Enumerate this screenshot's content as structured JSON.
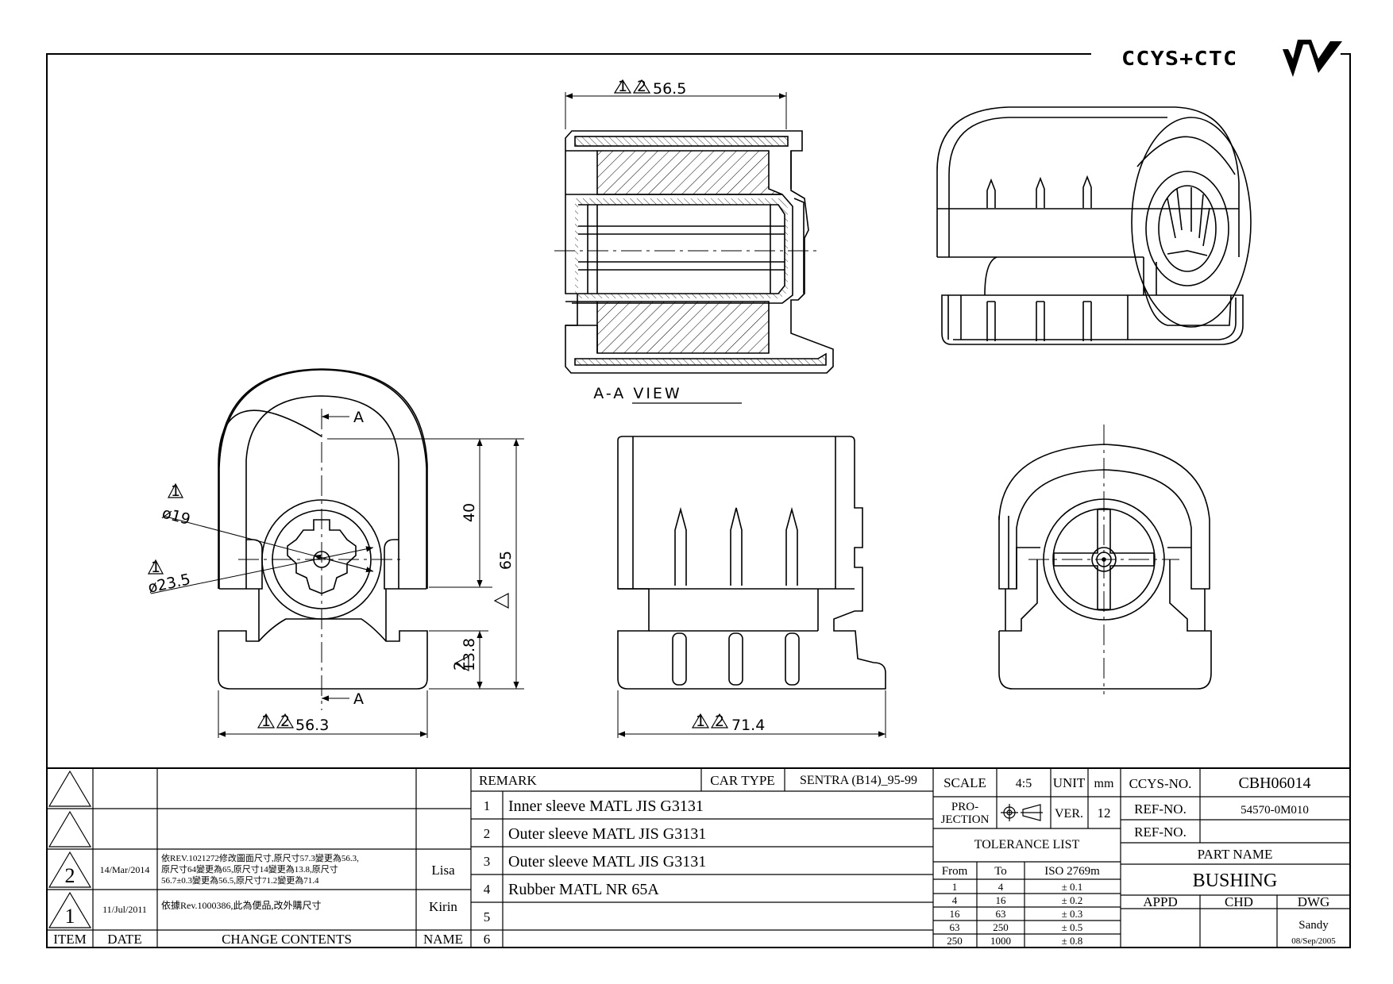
{
  "logo": {
    "text": "CCYS+CTC"
  },
  "section_view": {
    "label": "A-A VIEW",
    "dim_length": "56.5",
    "dim_length_marks": [
      "1",
      "2"
    ]
  },
  "front_view": {
    "section_mark_top": "A",
    "section_mark_bottom": "A",
    "dia_inner": "ø19",
    "dia_inner_mark": "1",
    "dia_outer": "ø23.5",
    "dia_outer_mark": "1",
    "dim_40": "40",
    "dim_65": "65",
    "dim_13_8": "13.8",
    "dim_13_8_mark": "2",
    "dim_width": "56.3",
    "dim_width_marks": [
      "1",
      "2"
    ]
  },
  "side_view": {
    "dim_length": "71.4",
    "dim_length_marks": [
      "1",
      "2"
    ]
  },
  "title_block": {
    "revisions": [
      {
        "mark": "",
        "date": "",
        "contents": [],
        "name": ""
      },
      {
        "mark": "",
        "date": "",
        "contents": [],
        "name": ""
      },
      {
        "mark": "2",
        "date": "14/Mar/2014",
        "contents": [
          "依REV.1021272修改圖面尺寸,原尺寸57.3變更為56.3,",
          "原尺寸64變更為65,原尺寸14變更為13.8,原尺寸",
          "56.7±0.3變更為56.5,原尺寸71.2變更為71.4"
        ],
        "name": "Lisa"
      },
      {
        "mark": "1",
        "date": "11/Jul/2011",
        "contents": [
          "依據Rev.1000386,此為便品,改外購尺寸"
        ],
        "name": "Kirin"
      }
    ],
    "headers": {
      "item": "ITEM",
      "date": "DATE",
      "change": "CHANGE CONTENTS",
      "name": "NAME"
    },
    "remark_label": "REMARK",
    "car_type_label": "CAR TYPE",
    "car_type": "SENTRA (B14)_95-99",
    "remarks": [
      {
        "no": "1",
        "text": "Inner sleeve MATL JIS G3131"
      },
      {
        "no": "2",
        "text": "Outer sleeve MATL JIS G3131"
      },
      {
        "no": "3",
        "text": "Outer sleeve MATL JIS G3131"
      },
      {
        "no": "4",
        "text": "Rubber MATL NR 65A"
      },
      {
        "no": "5",
        "text": ""
      },
      {
        "no": "6",
        "text": ""
      }
    ],
    "scale_label": "SCALE",
    "scale": "4:5",
    "unit_label": "UNIT",
    "unit": "mm",
    "projection_label_1": "PRO-",
    "projection_label_2": "JECTION",
    "ver_label": "VER.",
    "ver": "12",
    "tolerance_title": "TOLERANCE LIST",
    "tolerance_headers": [
      "From",
      "To",
      "ISO 2769m"
    ],
    "tolerances": [
      {
        "from": "1",
        "to": "4",
        "tol": "± 0.1"
      },
      {
        "from": "4",
        "to": "16",
        "tol": "± 0.2"
      },
      {
        "from": "16",
        "to": "63",
        "tol": "± 0.3"
      },
      {
        "from": "63",
        "to": "250",
        "tol": "± 0.5"
      },
      {
        "from": "250",
        "to": "1000",
        "tol": "± 0.8"
      }
    ],
    "ccys_no_label": "CCYS-NO.",
    "ccys_no": "CBH06014",
    "ref_no_label": "REF-NO.",
    "ref_no": "54570-0M010",
    "ref_no_label_2": "REF-NO.",
    "ref_no_2": "",
    "part_name_label": "PART NAME",
    "part_name": "BUSHING",
    "appd_label": "APPD",
    "chd_label": "CHD",
    "dwg_label": "DWG",
    "dwg_name": "Sandy",
    "dwg_date": "08/Sep/2005"
  }
}
